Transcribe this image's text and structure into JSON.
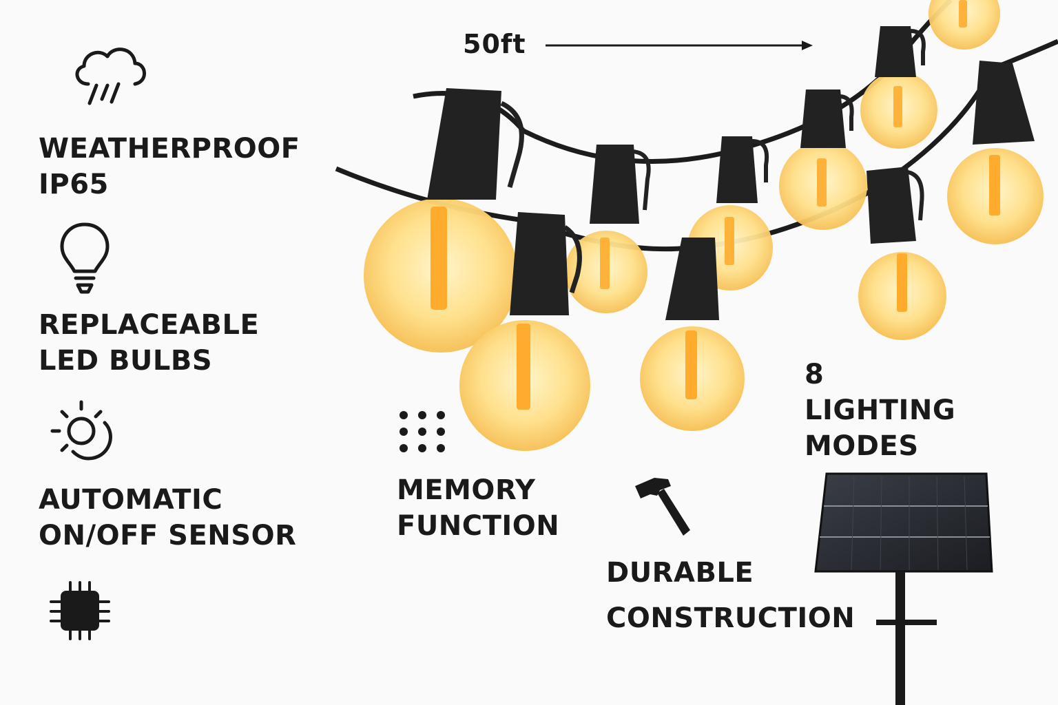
{
  "length_label": "50ft",
  "features": [
    {
      "icon": "rain-cloud-icon",
      "lines": [
        "WEATHERPROOF",
        "IP65"
      ]
    },
    {
      "icon": "lightbulb-icon",
      "lines": [
        "REPLACEABLE",
        "LED BULBS"
      ]
    },
    {
      "icon": "sun-moon-icon",
      "lines": [
        "AUTOMATIC",
        "ON/OFF SENSOR"
      ]
    },
    {
      "icon": "chip-icon",
      "lines": []
    },
    {
      "icon": "dot-grid-icon",
      "lines": [
        "MEMORY",
        "FUNCTION"
      ]
    },
    {
      "icon": "hammer-icon",
      "lines": [
        "DURABLE",
        "CONSTRUCTION"
      ]
    },
    {
      "icon": "",
      "lines": [
        "8",
        "LIGHTING",
        "MODES"
      ]
    }
  ],
  "colors": {
    "background": "#fafafa",
    "text": "#1a1a1a",
    "bulb_glow": "#ffd36a",
    "bulb_center": "#fff4c9",
    "socket": "#222222",
    "cable": "#1c1c1c",
    "solar_panel": "#2a2d33"
  }
}
